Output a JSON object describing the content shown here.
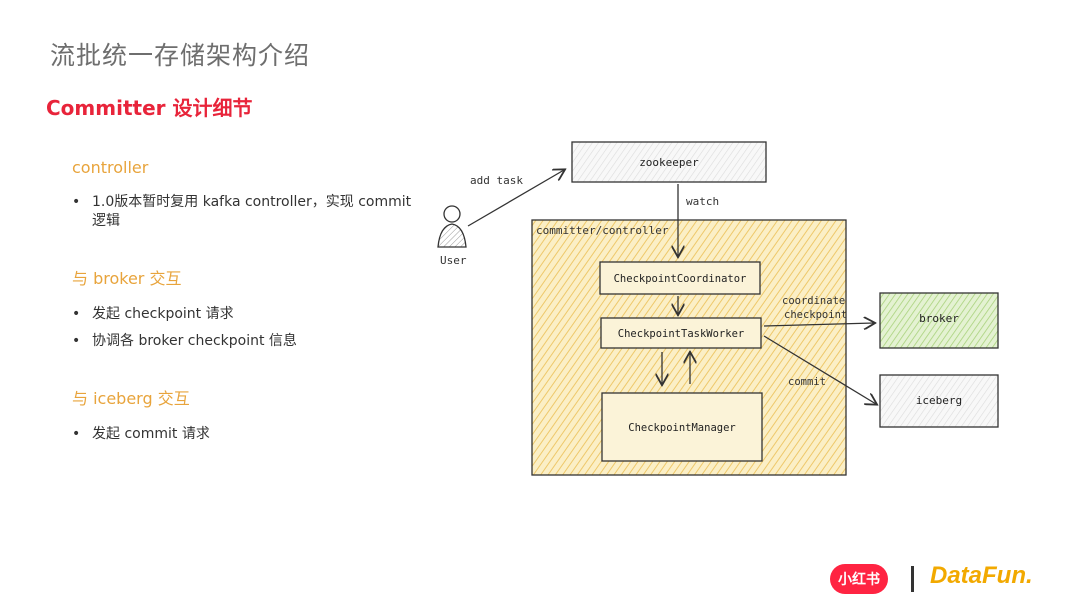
{
  "title": "流批统一存储架构介绍",
  "subtitle": "Committer 设计细节",
  "sections": [
    {
      "heading": "controller",
      "bullets": [
        "1.0版本暂时复用 kafka controller，实现 commit 逻辑"
      ]
    },
    {
      "heading": "与 broker 交互",
      "bullets": [
        "发起 checkpoint 请求",
        "协调各 broker checkpoint 信息"
      ]
    },
    {
      "heading": "与 iceberg 交互",
      "bullets": [
        "发起 commit 请求"
      ]
    }
  ],
  "diagram": {
    "user_label": "User",
    "add_task_label": "add task",
    "zookeeper_label": "zookeeper",
    "watch_label": "watch",
    "container_label": "committer/controller",
    "coordinator_label": "CheckpointCoordinator",
    "task_worker_label": "CheckpointTaskWorker",
    "manager_label": "CheckpointManager",
    "coordinate_label_1": "coordinate",
    "coordinate_label_2": "checkpoint",
    "broker_label": "broker",
    "commit_label": "commit",
    "iceberg_label": "iceberg",
    "colors": {
      "container_fill": "#f6dc8c",
      "broker_fill": "#c9e6a6",
      "box_fill": "#f3f3f3"
    }
  },
  "logos": {
    "xiaohongshu": "小红书",
    "datafun": "DataFun."
  }
}
